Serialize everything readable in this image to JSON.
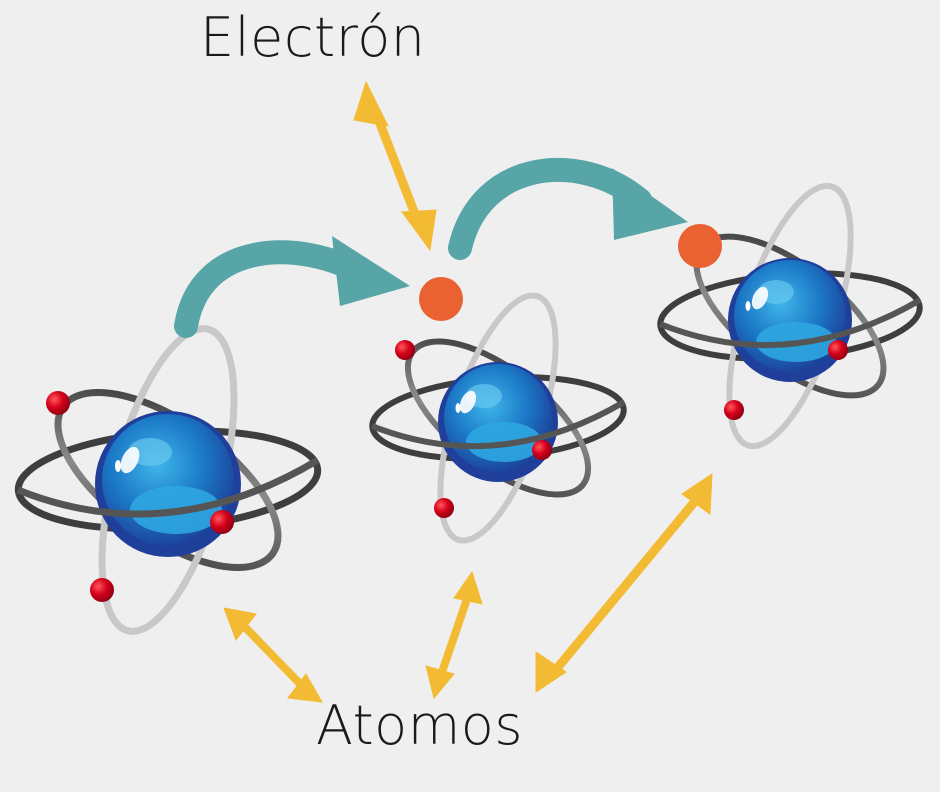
{
  "labels": {
    "electron": "Electrón",
    "atoms": "Atomos"
  },
  "colors": {
    "background": "#efefef",
    "nucleus_dark": "#1f3f9a",
    "nucleus_mid": "#1b78c6",
    "nucleus_light": "#2ea6e0",
    "orbit_dark": "#3e3e3e",
    "orbit_light": "#c8c8c8",
    "orbital_electron": "#d5001c",
    "free_electron": "#ea6231",
    "transfer_arrow": "#57a5a7",
    "pointer_arrow": "#f3bb33"
  },
  "icons": {
    "atom": "atom-icon",
    "free_electron": "electron-dot",
    "transfer_arrow": "curved-arrow-icon",
    "pointer_arrow": "double-headed-arrow-icon"
  }
}
